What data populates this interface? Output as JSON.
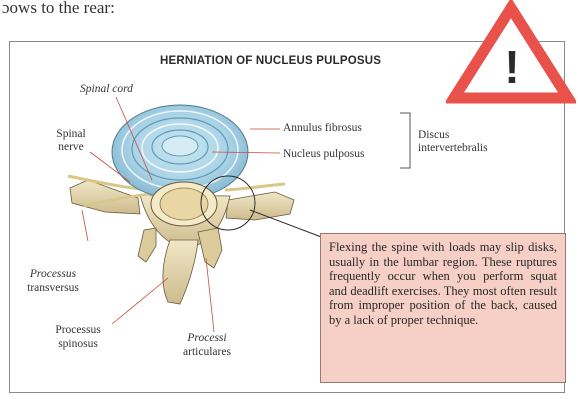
{
  "page_text": "ɔows to the rear:",
  "figure": {
    "title": "HERNIATION OF NUCLEUS PULPOSUS",
    "labels": {
      "spinal_cord": "Spinal cord",
      "spinal_nerve_1": "Spinal",
      "spinal_nerve_2": "nerve",
      "annulus": "Annulus fibrosus",
      "nucleus": "Nucleus pulposus",
      "discus_1": "Discus",
      "discus_2": "intervertebralis",
      "proc_transversus_1": "Processus",
      "proc_transversus_2": "transversus",
      "proc_spinosus_1": "Processus",
      "proc_spinosus_2": "spinosus",
      "proc_articulares_1": "Processi",
      "proc_articulares_2": "articulares"
    },
    "callout_text": "Flexing the spine with loads may slip disks, usually in the lumbar region. These ruptures frequently occur when you perform squat and deadlift exercises. They most often result from improper position of the back, caused by a lack of proper technique."
  },
  "warning_icon": {
    "name": "warning-triangle-icon",
    "color": "#e8524a",
    "glyph": "!"
  }
}
